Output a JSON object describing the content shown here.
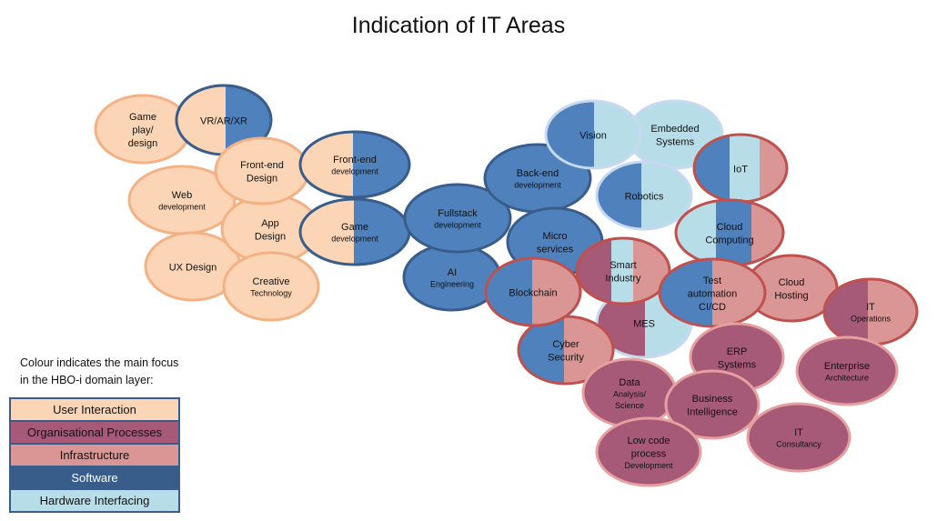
{
  "title": "Indication of IT Areas",
  "legend": {
    "note_line1": "Colour indicates the main focus",
    "note_line2": "in the HBO-i domain layer:",
    "items": [
      {
        "key": "ui",
        "label": "User Interaction",
        "fill": "#FBD5B5",
        "text": "#111111"
      },
      {
        "key": "org",
        "label": "Organisational Processes",
        "fill": "#A65A78",
        "text": "#111111"
      },
      {
        "key": "infra",
        "label": "Infrastructure",
        "fill": "#D99694",
        "text": "#111111"
      },
      {
        "key": "sw",
        "label": "Software",
        "fill": "#385D8A",
        "text": "#FFFFFF"
      },
      {
        "key": "hw",
        "label": "Hardware Interfacing",
        "fill": "#B7DEE8",
        "text": "#111111"
      }
    ]
  },
  "colors": {
    "ui": {
      "fill": "#FBD5B5",
      "stroke": "#F4B183"
    },
    "org": {
      "fill": "#A65A78",
      "stroke": "#E6A0A0"
    },
    "infra": {
      "fill": "#D99694",
      "stroke": "#C0504D"
    },
    "sw": {
      "fill": "#4F81BD",
      "stroke": "#385D8A"
    },
    "hw": {
      "fill": "#B7DEE8",
      "stroke": "#C6D9F1"
    }
  },
  "nodes": [
    {
      "id": "gameplay",
      "lines": [
        "Game",
        "play/",
        "design"
      ],
      "small": [],
      "areas": [
        "ui"
      ]
    },
    {
      "id": "vr",
      "lines": [
        "VR/AR/XR"
      ],
      "small": [],
      "areas": [
        "ui",
        "sw"
      ]
    },
    {
      "id": "web",
      "lines": [
        "Web"
      ],
      "small": [
        "development"
      ],
      "areas": [
        "ui"
      ]
    },
    {
      "id": "ux",
      "lines": [
        "UX Design"
      ],
      "small": [],
      "areas": [
        "ui"
      ]
    },
    {
      "id": "app",
      "lines": [
        "App",
        "Design"
      ],
      "small": [],
      "areas": [
        "ui"
      ]
    },
    {
      "id": "creative",
      "lines": [
        "Creative"
      ],
      "small": [
        "Technology"
      ],
      "areas": [
        "ui"
      ]
    },
    {
      "id": "fedesign",
      "lines": [
        "Front-end",
        "Design"
      ],
      "small": [],
      "areas": [
        "ui"
      ]
    },
    {
      "id": "fedev",
      "lines": [
        "Front-end"
      ],
      "small": [
        "development"
      ],
      "areas": [
        "ui",
        "sw"
      ]
    },
    {
      "id": "gamedev",
      "lines": [
        "Game"
      ],
      "small": [
        "development"
      ],
      "areas": [
        "ui",
        "sw"
      ]
    },
    {
      "id": "ai",
      "lines": [
        "AI"
      ],
      "small": [
        "Engineering"
      ],
      "areas": [
        "sw"
      ]
    },
    {
      "id": "fullstack",
      "lines": [
        "Fullstack"
      ],
      "small": [
        "development"
      ],
      "areas": [
        "sw"
      ]
    },
    {
      "id": "backend",
      "lines": [
        "Back-end"
      ],
      "small": [
        "development"
      ],
      "areas": [
        "sw"
      ]
    },
    {
      "id": "micro",
      "lines": [
        "Micro",
        "services"
      ],
      "small": [],
      "areas": [
        "sw"
      ]
    },
    {
      "id": "embedded",
      "lines": [
        "Embedded",
        "Systems"
      ],
      "small": [],
      "areas": [
        "hw"
      ]
    },
    {
      "id": "vision",
      "lines": [
        "Vision"
      ],
      "small": [],
      "areas": [
        "sw",
        "hw"
      ]
    },
    {
      "id": "robotics",
      "lines": [
        "Robotics"
      ],
      "small": [],
      "areas": [
        "sw",
        "hw"
      ]
    },
    {
      "id": "iot",
      "lines": [
        "IoT"
      ],
      "small": [],
      "areas": [
        "sw",
        "hw",
        "infra"
      ]
    },
    {
      "id": "cloudcomp",
      "lines": [
        "Cloud",
        "Computing"
      ],
      "small": [],
      "areas": [
        "hw",
        "sw",
        "infra"
      ]
    },
    {
      "id": "mes",
      "lines": [
        "MES"
      ],
      "small": [],
      "areas": [
        "org",
        "hw"
      ]
    },
    {
      "id": "cyber",
      "lines": [
        "Cyber",
        "Security"
      ],
      "small": [],
      "areas": [
        "sw",
        "infra"
      ]
    },
    {
      "id": "blockchain",
      "lines": [
        "Blockchain"
      ],
      "small": [],
      "areas": [
        "sw",
        "infra"
      ]
    },
    {
      "id": "smart",
      "lines": [
        "Smart",
        "Industry"
      ],
      "small": [],
      "areas": [
        "org",
        "hw",
        "infra"
      ]
    },
    {
      "id": "cloudhost",
      "lines": [
        "Cloud",
        "Hosting"
      ],
      "small": [],
      "areas": [
        "infra"
      ]
    },
    {
      "id": "test",
      "lines": [
        "Test",
        "automation",
        "CI/CD"
      ],
      "small": [],
      "areas": [
        "sw",
        "infra"
      ]
    },
    {
      "id": "itops",
      "lines": [
        "IT"
      ],
      "small": [
        "Operations"
      ],
      "areas": [
        "org",
        "infra"
      ]
    },
    {
      "id": "erp",
      "lines": [
        "ERP",
        "Systems"
      ],
      "small": [],
      "areas": [
        "org"
      ]
    },
    {
      "id": "enterprise",
      "lines": [
        "Enterprise"
      ],
      "small": [
        "Architecture"
      ],
      "areas": [
        "org"
      ]
    },
    {
      "id": "data",
      "lines": [
        "Data"
      ],
      "small": [
        "Analysis/",
        "Science"
      ],
      "areas": [
        "org"
      ]
    },
    {
      "id": "bi",
      "lines": [
        "Business",
        "Intelligence"
      ],
      "small": [],
      "areas": [
        "org"
      ]
    },
    {
      "id": "consult",
      "lines": [
        "IT"
      ],
      "small": [
        "Consultancy"
      ],
      "areas": [
        "org"
      ]
    },
    {
      "id": "lowcode",
      "lines": [
        "Low code",
        "process"
      ],
      "small": [
        "Development"
      ],
      "areas": [
        "org"
      ]
    }
  ]
}
